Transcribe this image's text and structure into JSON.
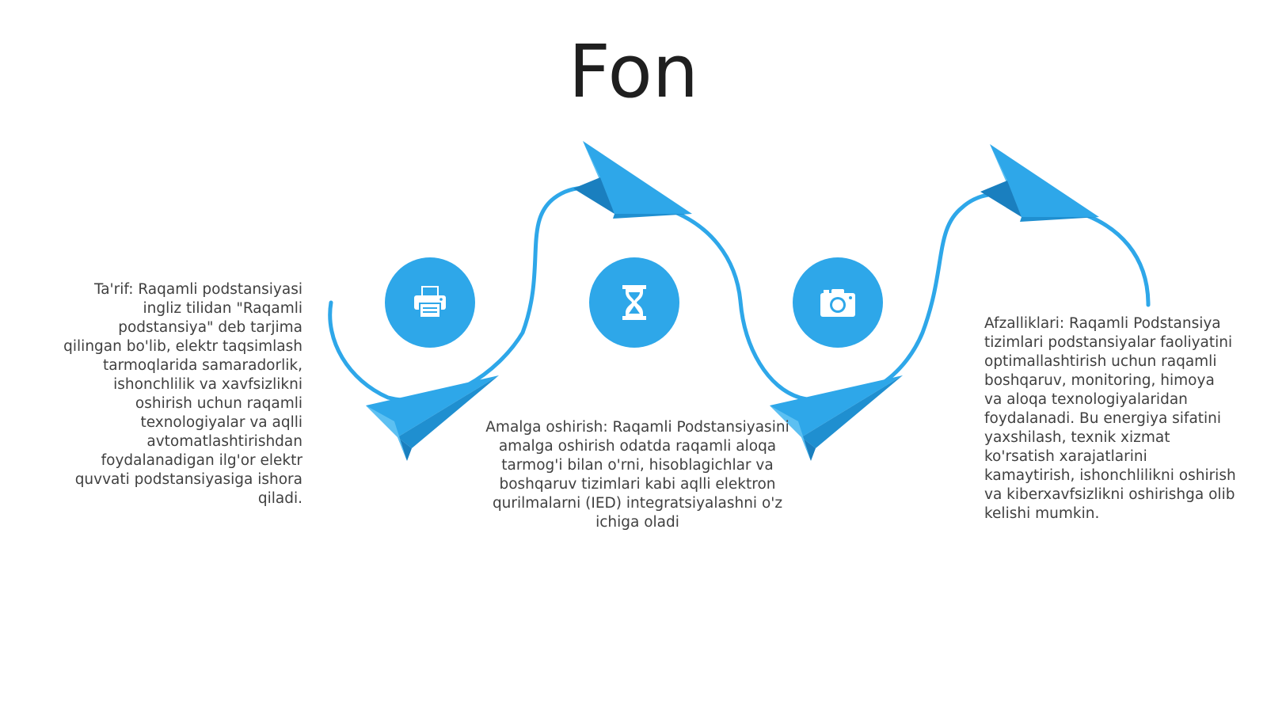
{
  "slide": {
    "title": "Fon",
    "accent_color": "#2ea7e9",
    "icons": [
      "printer-icon",
      "hourglass-icon",
      "camera-icon"
    ],
    "blocks": {
      "definition": "Ta'rif: Raqamli podstansiyasi ingliz tilidan \"Raqamli podstansiya\" deb tarjima qilingan bo'lib, elektr taqsimlash tarmoqlarida samaradorlik, ishonchlilik va xavfsizlikni oshirish uchun raqamli texnologiyalar va aqlli avtomatlashtirishdan foydalanadigan ilg'or elektr quvvati podstansiyasiga ishora qiladi.",
      "implementation": "Amalga oshirish: Raqamli Podstansiyasini amalga oshirish odatda raqamli aloqa tarmog'i bilan o'rni, hisoblagichlar va boshqaruv tizimlari kabi aqlli elektron qurilmalarni (IED) integratsiyalashni o'z ichiga oladi",
      "advantages": "Afzalliklari: Raqamli Podstansiya tizimlari podstansiyalar faoliyatini optimallashtirish uchun raqamli boshqaruv, monitoring, himoya va aloqa texnologiyalaridan foydalanadi. Bu energiya sifatini yaxshilash, texnik xizmat ko'rsatish xarajatlarini kamaytirish, ishonchlilikni oshirish va kiberxavfsizlikni oshirishga olib kelishi mumkin."
    }
  }
}
